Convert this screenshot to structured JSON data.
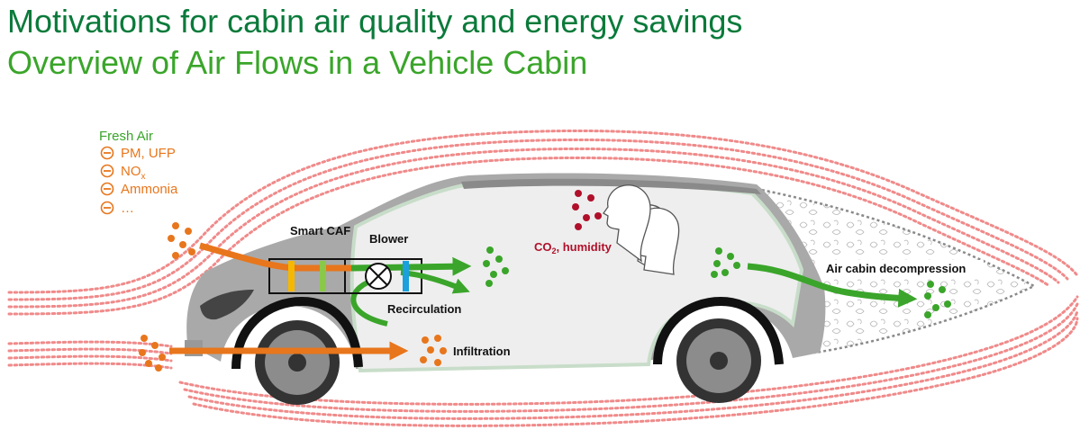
{
  "title": "Motivations for cabin air quality and energy savings",
  "subtitle": "Overview of Air Flows in a Vehicle Cabin",
  "legend": {
    "heading": "Fresh Air",
    "items": [
      "PM, UFP",
      "NO",
      "Ammonia",
      "…"
    ],
    "nox_subscript": "x"
  },
  "labels": {
    "smart_caf": "Smart CAF",
    "blower": "Blower",
    "recirculation": "Recirculation",
    "infiltration": "Infiltration",
    "co2_prefix": "CO",
    "co2_sub": "2",
    "co2_suffix": ", humidity",
    "decompression": "Air cabin decompression"
  },
  "colors": {
    "title": "#0a7a3a",
    "subtitle": "#3aa52a",
    "fresh_air": "#3aa52a",
    "pollutant": "#e8761c",
    "co2": "#b0102a",
    "air_stream": "#f08080",
    "car_body": "#aaaaaa",
    "cabin_glass": "#eeeeee"
  }
}
